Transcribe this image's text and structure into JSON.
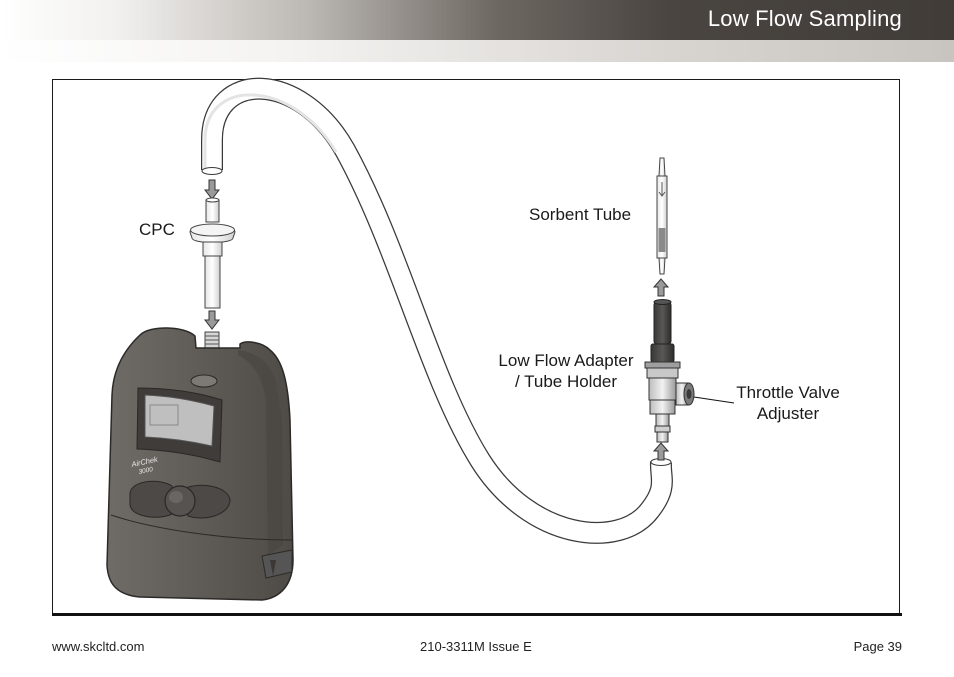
{
  "header": {
    "title": "Low Flow Sampling"
  },
  "diagram": {
    "labels": {
      "cpc": "CPC",
      "sorbent_tube": "Sorbent Tube",
      "adapter_line1": "Low Flow Adapter",
      "adapter_line2": "/ Tube Holder",
      "throttle_line1": "Throttle Valve",
      "throttle_line2": "Adjuster"
    },
    "device": {
      "brand_line1": "AirChek",
      "brand_line2": "3000"
    }
  },
  "footer": {
    "website": "www.skcltd.com",
    "doc_id": "210-3311M Issue E",
    "page": "Page 39"
  },
  "colors": {
    "header_dark": "#413c38",
    "device_body": "#5f5b56",
    "tube_fill": "#ffffff",
    "outline": "#333333"
  }
}
